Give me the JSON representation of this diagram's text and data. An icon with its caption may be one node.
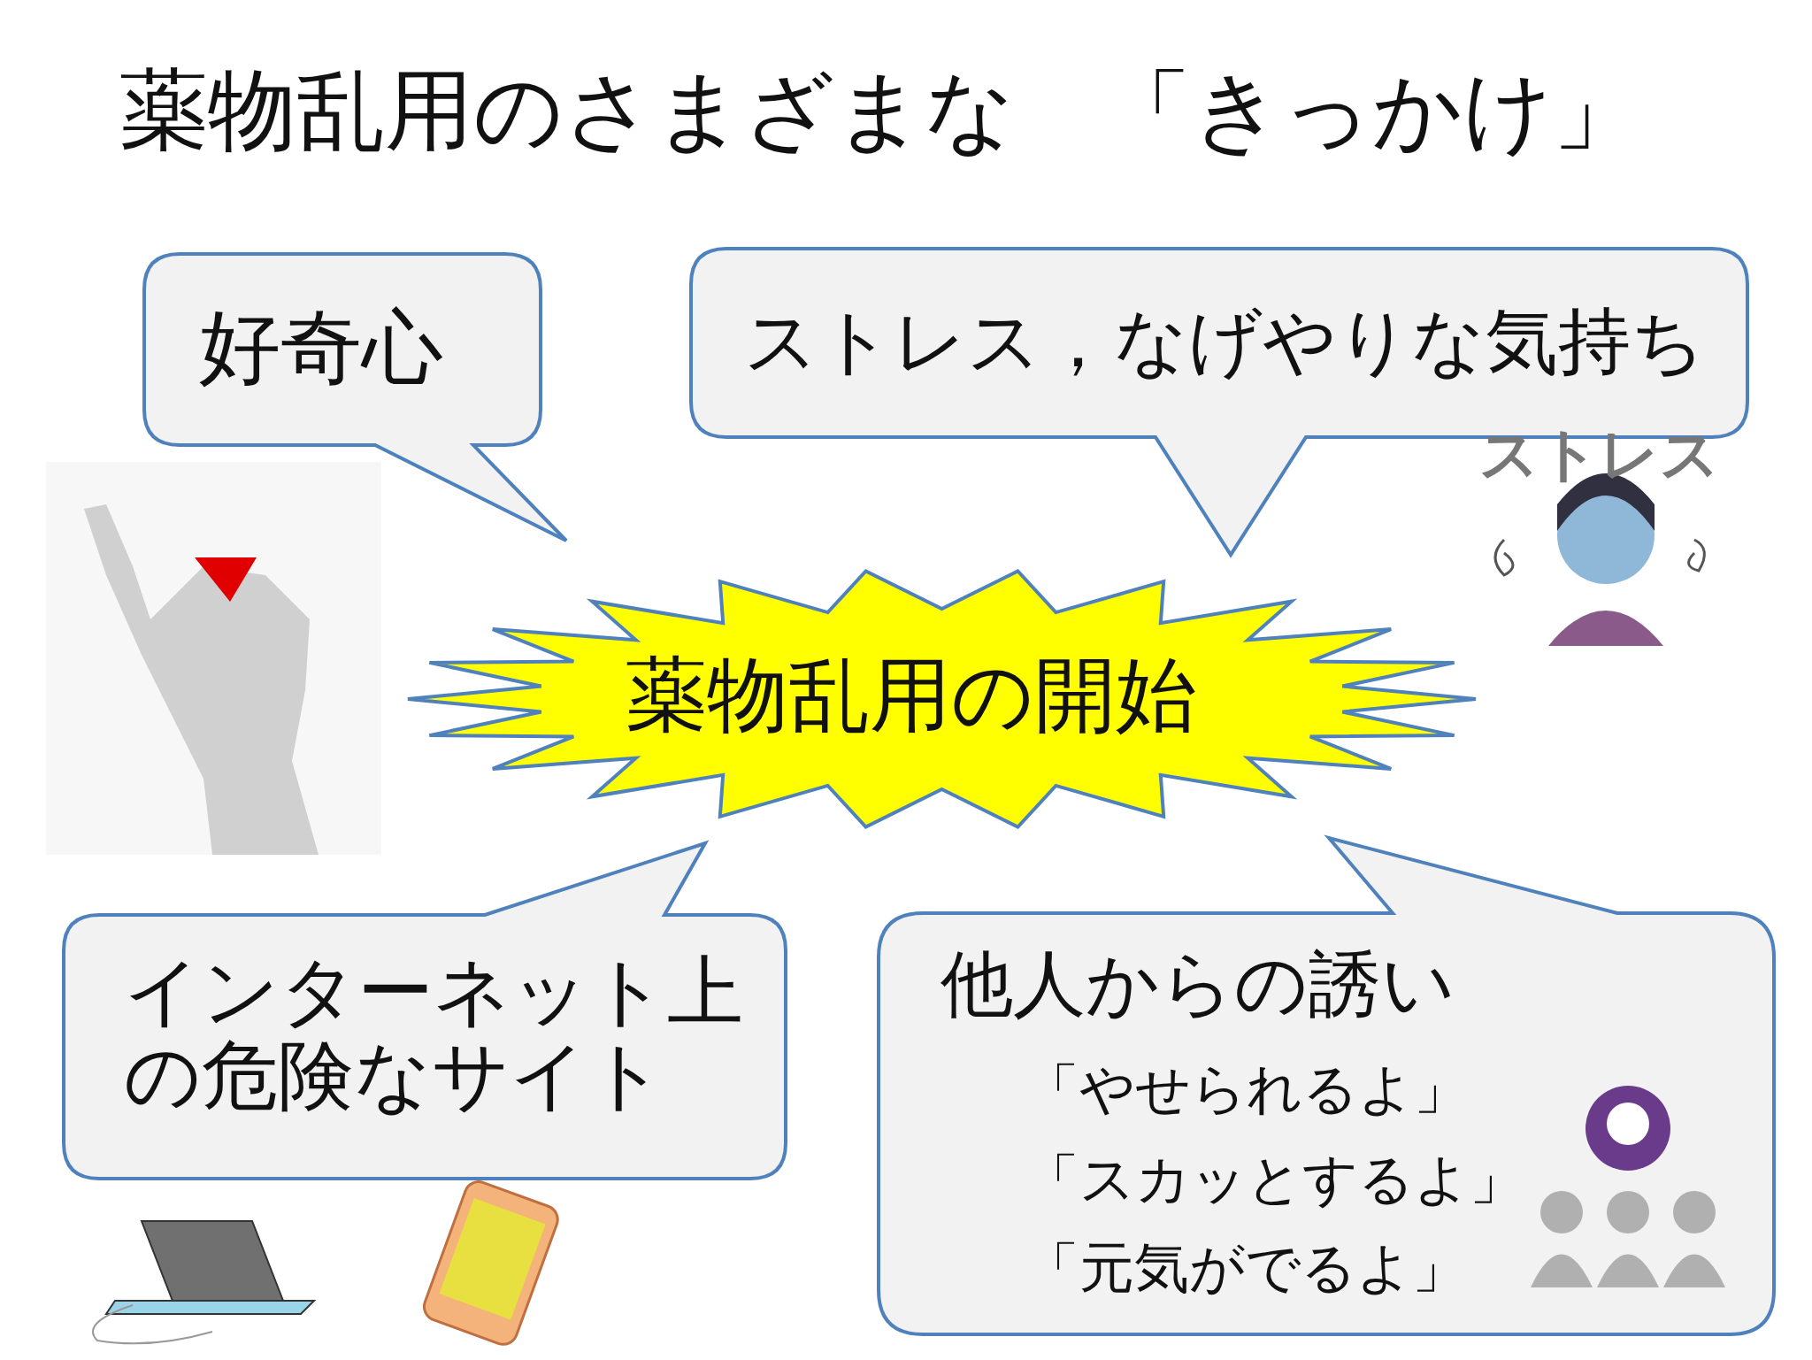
{
  "diagram": {
    "title": "薬物乱用のさまざまな　「きっかけ」",
    "nodes": [
      {
        "text": [
          "好奇心"
        ]
      },
      {
        "text": [
          "ストレス，なげやりな気持ち"
        ]
      },
      {
        "text": [
          "薬物乱用の開始"
        ]
      },
      {
        "text": [
          "インターネット上の危険なサイト"
        ]
      },
      {
        "text": [
          "他人からの誘い",
          "「やせられるよ」",
          "「スカッとするよ」",
          "「元気がでるよ」"
        ]
      }
    ],
    "labels": [
      "ストレス"
    ]
  }
}
